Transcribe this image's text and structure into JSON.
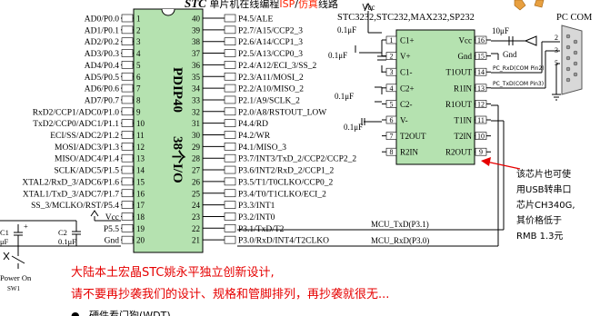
{
  "title": {
    "brand": "STC",
    "part1": " 单片机在线编程",
    "isp": "ISP",
    "slash": "/",
    "sim": "仿真",
    "part2": "线路"
  },
  "chip": {
    "package": "PDIP40",
    "io": "38个I/O",
    "left_pins": [
      {
        "num": "1",
        "label": "AD0/P0.0"
      },
      {
        "num": "2",
        "label": "AD1/P0.1"
      },
      {
        "num": "3",
        "label": "AD2/P0.2"
      },
      {
        "num": "4",
        "label": "AD3/P0.3"
      },
      {
        "num": "5",
        "label": "AD4/P0.4"
      },
      {
        "num": "6",
        "label": "AD5/P0.5"
      },
      {
        "num": "7",
        "label": "AD6/P0.6"
      },
      {
        "num": "8",
        "label": "AD7/P0.7"
      },
      {
        "num": "9",
        "label": "RxD2/CCP1/ADC0/P1.0"
      },
      {
        "num": "10",
        "label": "TxD2/CCP0/ADC1/P1.1"
      },
      {
        "num": "11",
        "label": "ECI/SS/ADC2/P1.2"
      },
      {
        "num": "12",
        "label": "MOSI/ADC3/P1.3"
      },
      {
        "num": "13",
        "label": "MISO/ADC4/P1.4"
      },
      {
        "num": "14",
        "label": "SCLK/ADC5/P1.5"
      },
      {
        "num": "15",
        "label": "XTAL2/RxD_3/ADC6/P1.6"
      },
      {
        "num": "16",
        "label": "XTAL1/TxD_3/ADC7/P1.7"
      },
      {
        "num": "17",
        "label": "SS_3/MCLKO/RST/P5.4"
      },
      {
        "num": "18",
        "label": "Vcc"
      },
      {
        "num": "19",
        "label": "P5.5"
      },
      {
        "num": "20",
        "label": "Gnd"
      }
    ],
    "right_pins": [
      {
        "num": "40",
        "label": "P4.5/ALE"
      },
      {
        "num": "39",
        "label": "P2.7/A15/CCP2_3"
      },
      {
        "num": "38",
        "label": "P2.6/A14/CCP1_3"
      },
      {
        "num": "37",
        "label": "P2.5/A13/CCP0_3"
      },
      {
        "num": "36",
        "label": "P2.4/A12/ECI_3/SS_2"
      },
      {
        "num": "35",
        "label": "P2.3/A11/MOSI_2"
      },
      {
        "num": "34",
        "label": "P2.2/A10/MISO_2"
      },
      {
        "num": "33",
        "label": "P2.1/A9/SCLK_2"
      },
      {
        "num": "32",
        "label": "P2.0/A8/RSTOUT_LOW"
      },
      {
        "num": "31",
        "label": "P4.4/RD"
      },
      {
        "num": "30",
        "label": "P4.2/WR"
      },
      {
        "num": "29",
        "label": "P4.1/MISO_3"
      },
      {
        "num": "28",
        "label": "P3.7/INT3/TxD_2/CCP2/CCP2_2"
      },
      {
        "num": "27",
        "label": "P3.6/INT2/RxD_2/CCP1_2"
      },
      {
        "num": "26",
        "label": "P3.5/T1/T0CLKO/CCP0_2"
      },
      {
        "num": "25",
        "label": "P3.4/T0/T1CLKO/ECI_2"
      },
      {
        "num": "24",
        "label": "P3.3/INT1"
      },
      {
        "num": "23",
        "label": "P3.2/INT0"
      },
      {
        "num": "22",
        "label": "P3.1/TxD/T2"
      },
      {
        "num": "21",
        "label": "P3.0/RxD/INT4/T2CLKO"
      }
    ]
  },
  "rs232": {
    "title": "STC3232,STC232,MAX232,SP232",
    "vcc": "Vcc",
    "left_pins": [
      {
        "num": "1",
        "label": "C1+"
      },
      {
        "num": "2",
        "label": "V+"
      },
      {
        "num": "3",
        "label": "C1-"
      },
      {
        "num": "4",
        "label": "C2+"
      },
      {
        "num": "5",
        "label": "C2-"
      },
      {
        "num": "6",
        "label": "V-"
      },
      {
        "num": "7",
        "label": "T2OUT"
      },
      {
        "num": "8",
        "label": "R2IN"
      }
    ],
    "right_pins": [
      {
        "num": "16",
        "label": "Vcc"
      },
      {
        "num": "15",
        "label": "Gnd"
      },
      {
        "num": "14",
        "label": "T1OUT"
      },
      {
        "num": "13",
        "label": "R1IN"
      },
      {
        "num": "12",
        "label": "R1OUT"
      },
      {
        "num": "11",
        "label": "T1IN"
      },
      {
        "num": "10",
        "label": "T2IN"
      },
      {
        "num": "9",
        "label": "R2OUT"
      }
    ],
    "cap1": "0.1μF",
    "cap2": "0.1μF",
    "cap3": "0.1μF",
    "cap4": "0.1μF",
    "cap5": "10μF",
    "gnd": "Gnd",
    "net_rxd": "PC_RxD(COM Pin2)",
    "net_txd": "PC_TxD(COM Pin3)"
  },
  "pc_com": {
    "label": "PC COM",
    "pins": [
      "2",
      "3",
      "5"
    ]
  },
  "nets": {
    "mcu_txd": "MCU_TxD(P3.1)",
    "mcu_rxd": "MCU_RxD(P3.0)"
  },
  "power": {
    "c1": "C1",
    "c1_val": "μF",
    "c2": "C2",
    "c2_val": "0.1μF",
    "power_on": "Power On",
    "sw1": "SW1",
    "plus": "+"
  },
  "note": {
    "lines": [
      "该芯片也可使",
      "用USB转串口",
      "芯片CH340G,",
      "其价格低于",
      "RMB 1.3元"
    ]
  },
  "warning": {
    "line1": "大陆本土宏晶STC姚永平独立创新设计,",
    "line2": "请不要再抄袭我们的设计、规格和管脚排列，再抄袭就很无..."
  },
  "footer": {
    "bullet": "●",
    "text": "硬件看门狗(WDT)"
  },
  "colors": {
    "ink": "#000000",
    "chip_fill": "#b5e2b0",
    "rs_fill": "#b5e2b0",
    "accent_red": "#e60000",
    "title_red": "#ff2200",
    "arrow_red": "#e60000",
    "pin_box": "#ffffff"
  }
}
